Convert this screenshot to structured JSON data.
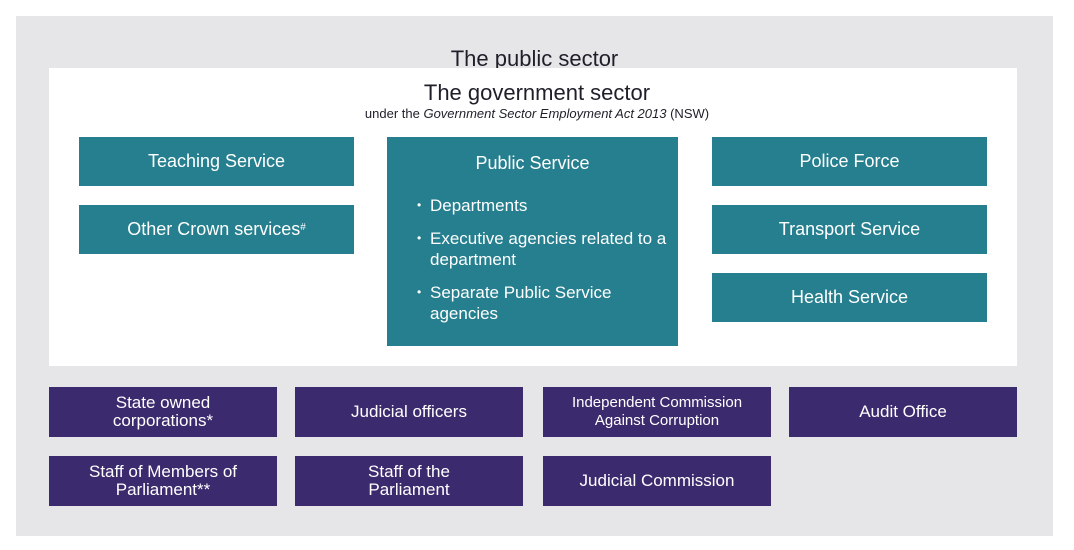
{
  "outer": {
    "title": "The public sector"
  },
  "government_sector": {
    "title": "The government sector",
    "subtitle_prefix": "under the ",
    "subtitle_act": "Government Sector Employment Act 2013",
    "subtitle_suffix": " (NSW)"
  },
  "left_boxes": [
    {
      "label": "Teaching Service"
    },
    {
      "label": "Other Crown services",
      "marker": "#"
    }
  ],
  "public_service": {
    "title": "Public Service",
    "items": [
      "Departments",
      "Executive agencies related to a department",
      "Separate Public Service agencies"
    ]
  },
  "right_boxes": [
    {
      "label": "Police Force"
    },
    {
      "label": "Transport Service"
    },
    {
      "label": "Health Service"
    }
  ],
  "other_bodies": [
    "State owned corporations*",
    "Judicial officers",
    "Independent Commission Against Corruption",
    "Audit Office",
    "Staff of Members of Parliament**",
    "Staff of the Parliament",
    "Judicial Commission"
  ],
  "colors": {
    "background": "#e6e6e9",
    "government_box": "#257f8f",
    "other_box": "#3c2a6e"
  }
}
